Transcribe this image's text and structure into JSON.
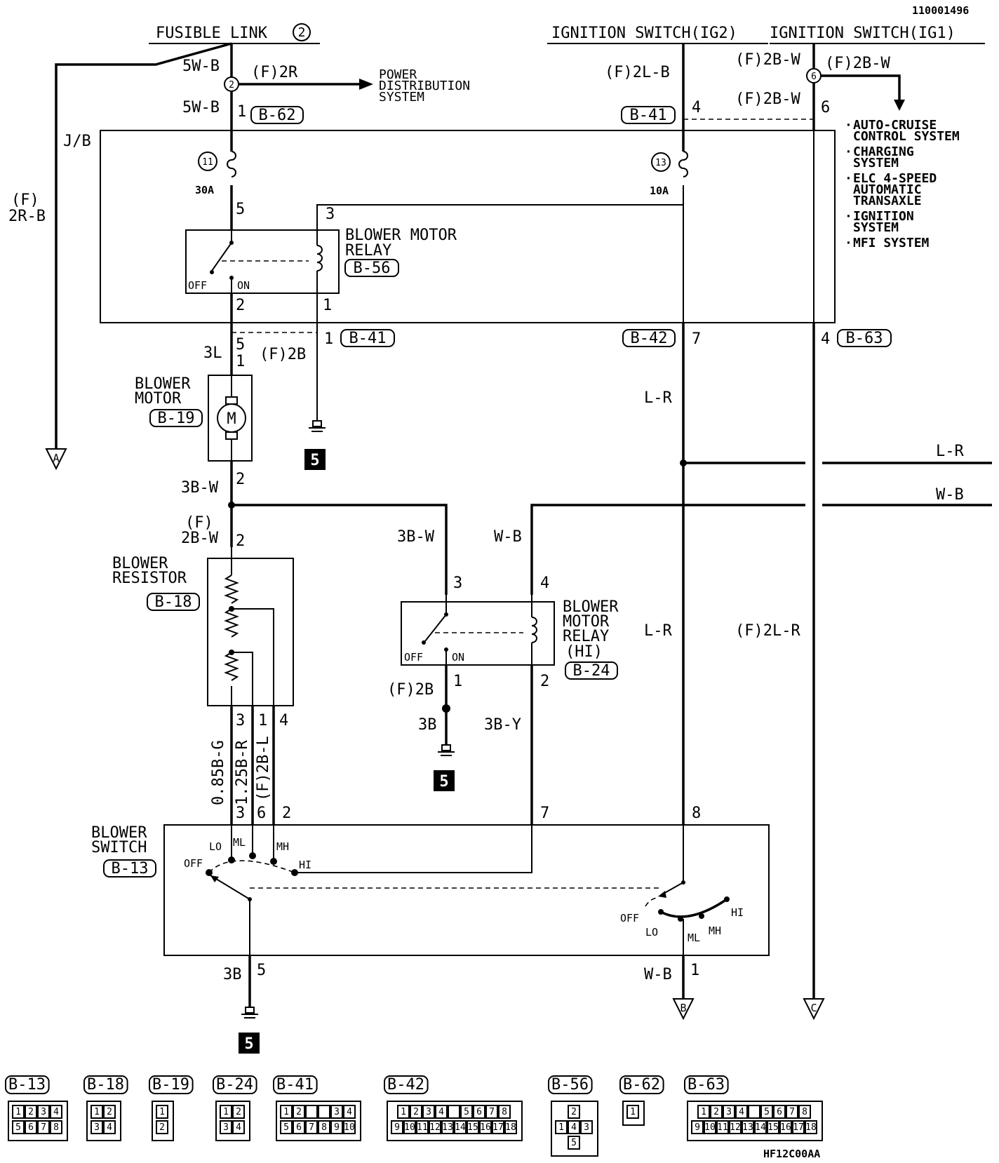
{
  "diagram_id": "110001496",
  "footer_code": "HF12C00AA",
  "sources": {
    "fusible_link": "FUSIBLE LINK",
    "fusible_link_no": "2",
    "ig2": "IGNITION SWITCH(IG2)",
    "ig1": "IGNITION SWITCH(IG1)"
  },
  "power_distribution": [
    "POWER",
    "DISTRIBUTION",
    "SYSTEM"
  ],
  "ig1_systems": [
    [
      "AUTO-CRUISE",
      "CONTROL SYSTEM"
    ],
    [
      "CHARGING",
      "SYSTEM"
    ],
    [
      "ELC 4-SPEED",
      "AUTOMATIC",
      "TRANSAXLE"
    ],
    [
      "IGNITION",
      "SYSTEM"
    ],
    [
      "MFI SYSTEM"
    ]
  ],
  "junction_block": "J/B",
  "fuses": {
    "f11": {
      "no": "11",
      "rating": "30A"
    },
    "f13": {
      "no": "13",
      "rating": "10A"
    }
  },
  "splices": {
    "s2": "2",
    "s6": "6"
  },
  "components": {
    "relay": {
      "name": [
        "BLOWER MOTOR",
        "RELAY"
      ],
      "conn": "B-56"
    },
    "motor": {
      "name": [
        "BLOWER",
        "MOTOR"
      ],
      "conn": "B-19",
      "symbol": "M"
    },
    "resistor": {
      "name": [
        "BLOWER",
        "RESISTOR"
      ],
      "conn": "B-18"
    },
    "relay_hi": {
      "name": [
        "BLOWER",
        "MOTOR",
        "RELAY",
        "(HI)"
      ],
      "conn": "B-24"
    },
    "switch": {
      "name": [
        "BLOWER",
        "SWITCH"
      ],
      "conn": "B-13"
    }
  },
  "switch_positions": {
    "off": "OFF",
    "lo": "LO",
    "ml": "ML",
    "mh": "MH",
    "hi": "HI"
  },
  "relay_states": {
    "off": "OFF",
    "on": "ON"
  },
  "wire_labels": {
    "w5wb": "5W-B",
    "f2r": "(F)2R",
    "f2rb_a": "(F)",
    "f2rb_b": "2R-B",
    "f2lb": "(F)2L-B",
    "f2bw": "(F)2B-W",
    "w3l": "3L",
    "f2b": "(F)2B",
    "lr": "L-R",
    "wb": "W-B",
    "w3bw": "3B-W",
    "f2bw_a": "(F)",
    "f2bw_b": "2B-W",
    "w3b": "3B",
    "w3by": "3B-Y",
    "f2lr": "(F)2L-R",
    "v085bg": "0.85B-G",
    "v125br": "1.25B-R",
    "vf2bl": "(F)2B-L"
  },
  "conn_refs": {
    "b62": "B-62",
    "b41": "B-41",
    "b42": "B-42",
    "b63": "B-63"
  },
  "pins": {
    "p1": "1",
    "p2": "2",
    "p3": "3",
    "p4": "4",
    "p5": "5",
    "p6": "6",
    "p7": "7",
    "p8": "8"
  },
  "off_page": {
    "a": "A",
    "b": "B",
    "c": "C"
  },
  "ground_no": "5",
  "connector_legend": [
    {
      "label": "B-13",
      "rows": [
        [
          "1",
          "2",
          "3",
          "4"
        ],
        [
          "5",
          "6",
          "7",
          "8"
        ]
      ]
    },
    {
      "label": "B-18",
      "rows": [
        [
          "1",
          "2"
        ],
        [
          "3",
          "4"
        ]
      ]
    },
    {
      "label": "B-19",
      "rows": [
        [
          "1"
        ],
        [
          "2"
        ]
      ]
    },
    {
      "label": "B-24",
      "rows": [
        [
          "1",
          "2"
        ],
        [
          "3",
          "4"
        ]
      ]
    },
    {
      "label": "B-41",
      "rows": [
        [
          "1",
          "2",
          "",
          "",
          "3",
          "4"
        ],
        [
          "5",
          "6",
          "7",
          "8",
          "9",
          "10"
        ]
      ]
    },
    {
      "label": "B-42",
      "rows": [
        [
          "1",
          "2",
          "3",
          "4",
          "",
          "5",
          "6",
          "7",
          "8"
        ],
        [
          "9",
          "10",
          "11",
          "12",
          "13",
          "14",
          "15",
          "16",
          "17",
          "18"
        ]
      ]
    },
    {
      "label": "B-56",
      "rows": [
        [
          "2"
        ],
        [
          "1",
          "4",
          "3"
        ],
        [
          "5"
        ]
      ]
    },
    {
      "label": "B-62",
      "rows": [
        [
          "1"
        ]
      ]
    },
    {
      "label": "B-63",
      "rows": [
        [
          "1",
          "2",
          "3",
          "4",
          "",
          "5",
          "6",
          "7",
          "8"
        ],
        [
          "9",
          "10",
          "11",
          "12",
          "13",
          "14",
          "15",
          "16",
          "17",
          "18"
        ]
      ]
    }
  ]
}
